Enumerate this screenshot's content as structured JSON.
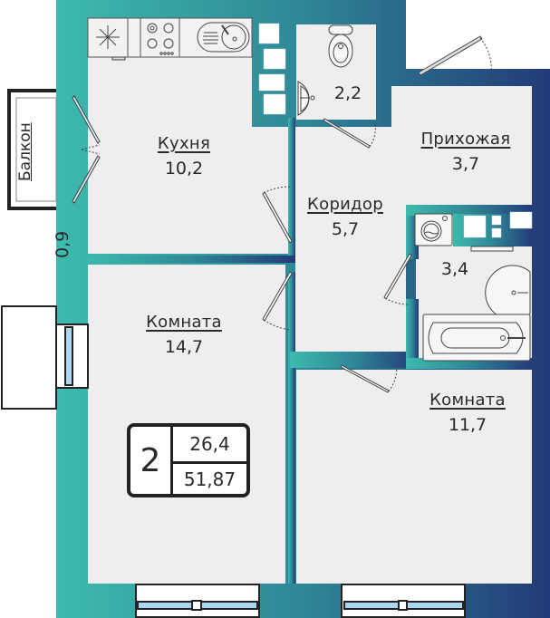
{
  "plan": {
    "title": "2-room apartment floor plan",
    "colors": {
      "wall_gradient_start": "#3dbaae",
      "wall_gradient_mid": "#2f8796",
      "wall_gradient_end": "#233a78",
      "floor": "#eeeeee",
      "window_glass": "#a9d8f0",
      "outline": "#222222"
    },
    "rooms": [
      {
        "id": "kitchen",
        "name": "Кухня",
        "area": "10,2"
      },
      {
        "id": "bathroom-small",
        "name": "",
        "area": "2,2"
      },
      {
        "id": "hallway",
        "name": "Прихожая",
        "area": "3,7"
      },
      {
        "id": "corridor",
        "name": "Коридор",
        "area": "5,7"
      },
      {
        "id": "bathroom",
        "name": "",
        "area": "3,4"
      },
      {
        "id": "room-1",
        "name": "Комната",
        "area": "14,7"
      },
      {
        "id": "room-2",
        "name": "Комната",
        "area": "11,7"
      }
    ],
    "balcony": {
      "name": "Балкон",
      "area": "0,9"
    },
    "summary": {
      "rooms_count": "2",
      "living_area": "26,4",
      "total_area": "51,87"
    }
  }
}
